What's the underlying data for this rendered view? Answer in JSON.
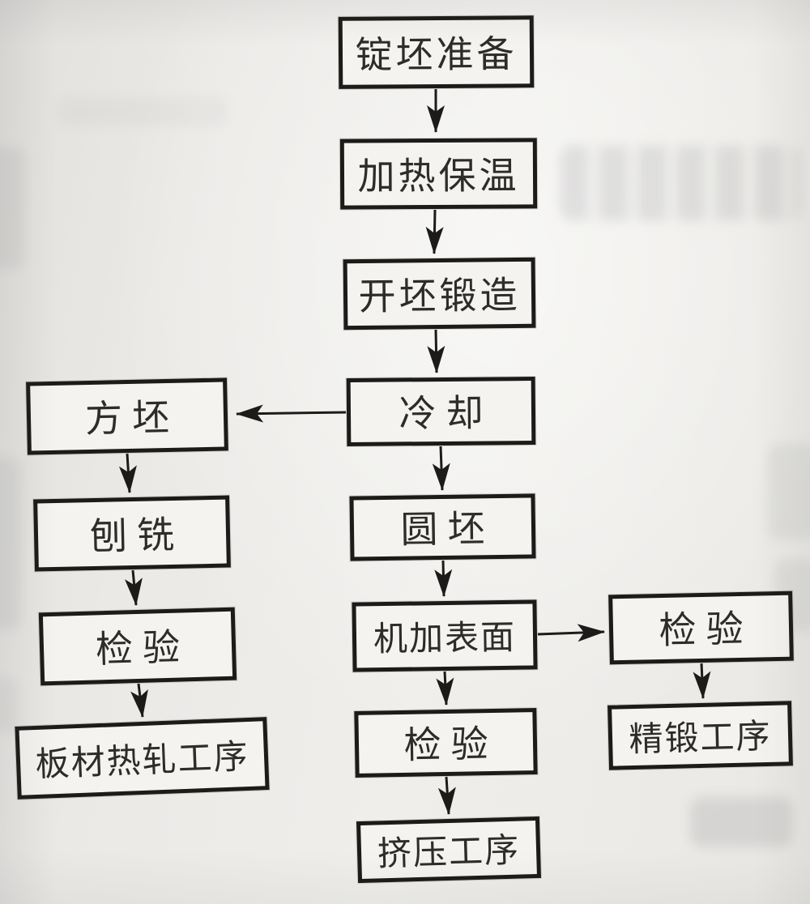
{
  "diagram": {
    "type": "flowchart",
    "language": "zh-CN",
    "description": "Forging / billet processing route flowchart on scanned book page",
    "colors": {
      "ink": "#1d1b19",
      "paper": "#eae8e5",
      "box_fill": "#f4f3f0"
    },
    "nodes": {
      "ingot_preparation": {
        "label": "锭坯准备"
      },
      "heating_holding": {
        "label": "加热保温"
      },
      "breakdown_forging": {
        "label": "开坯锻造"
      },
      "cooling": {
        "label": "冷却"
      },
      "square_billet": {
        "label": "方坯"
      },
      "planing_milling": {
        "label": "刨铣"
      },
      "inspection_left": {
        "label": "检验"
      },
      "plate_hot_rolling": {
        "label": "板材热轧工序"
      },
      "round_billet": {
        "label": "圆坯"
      },
      "surface_machining": {
        "label": "机加表面"
      },
      "inspection_center": {
        "label": "检验"
      },
      "extrusion_process": {
        "label": "挤压工序"
      },
      "inspection_right": {
        "label": "检验"
      },
      "precision_forging": {
        "label": "精锻工序"
      }
    },
    "edges": [
      {
        "from": "ingot_preparation",
        "to": "heating_holding"
      },
      {
        "from": "heating_holding",
        "to": "breakdown_forging"
      },
      {
        "from": "breakdown_forging",
        "to": "cooling"
      },
      {
        "from": "cooling",
        "to": "square_billet"
      },
      {
        "from": "cooling",
        "to": "round_billet"
      },
      {
        "from": "square_billet",
        "to": "planing_milling"
      },
      {
        "from": "planing_milling",
        "to": "inspection_left"
      },
      {
        "from": "inspection_left",
        "to": "plate_hot_rolling"
      },
      {
        "from": "round_billet",
        "to": "surface_machining"
      },
      {
        "from": "surface_machining",
        "to": "inspection_right"
      },
      {
        "from": "surface_machining",
        "to": "inspection_center"
      },
      {
        "from": "inspection_center",
        "to": "extrusion_process"
      },
      {
        "from": "inspection_right",
        "to": "precision_forging"
      }
    ]
  }
}
